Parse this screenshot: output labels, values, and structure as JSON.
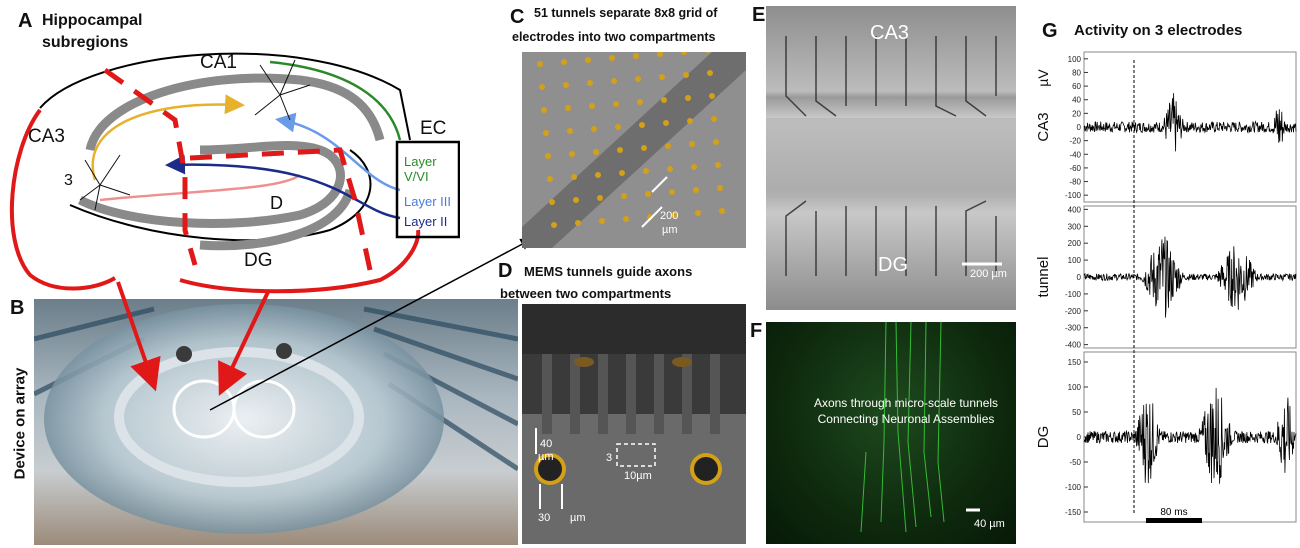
{
  "panelA": {
    "letter": "A",
    "title_line1": "Hippocampal",
    "title_line2": "subregions",
    "labels": {
      "ca1": "CA1",
      "ca3": "CA3",
      "ec": "EC",
      "dg": "DG",
      "d": "D",
      "three": "3",
      "layer_v_vi": "Layer V/VI",
      "layer_iii": "Layer III",
      "layer_ii": "Layer II"
    }
  },
  "panelB": {
    "letter": "B",
    "side_label": "Device on array"
  },
  "panelC": {
    "letter": "C",
    "title_line1": "51 tunnels separate 8x8 grid of",
    "title_line2": "electrodes into two compartments",
    "scale_value": "200",
    "scale_unit": "µm"
  },
  "panelD": {
    "letter": "D",
    "title_line1": "MEMS tunnels guide axons",
    "title_line2": "between two compartments",
    "dim_40": "40",
    "dim_40_unit": "µm",
    "dim_3": "3",
    "dim_10": "10µm",
    "dim_30": "30",
    "dim_30_unit": "µm"
  },
  "panelE": {
    "letter": "E",
    "top_label": "CA3",
    "bottom_label": "DG",
    "scale": "200 µm"
  },
  "panelF": {
    "letter": "F",
    "caption_line1": "Axons through micro-scale tunnels",
    "caption_line2": "Connecting Neuronal Assemblies",
    "scale": "40 µm"
  },
  "panelG": {
    "letter": "G",
    "title": "Activity on 3 electrodes",
    "unit": "µV",
    "scalebar": "80 ms"
  },
  "chart_data": [
    {
      "type": "line",
      "title": "Activity on 3 electrodes",
      "ylabel": "CA3",
      "ylim": [
        -110,
        110
      ],
      "yticks": [
        100,
        80,
        60,
        40,
        20,
        0,
        -20,
        -40,
        -60,
        -80,
        -100
      ],
      "ytick_labels": [
        "100",
        "80",
        "60",
        "40",
        "20",
        "0",
        "-20",
        "-40",
        "-60",
        "-80",
        "-100"
      ],
      "bursts": [
        {
          "t": 0.42,
          "w": 0.05,
          "amp": 45
        },
        {
          "t": 0.92,
          "w": 0.03,
          "amp": 40
        }
      ],
      "noise": 8
    },
    {
      "type": "line",
      "ylabel": "tunnel",
      "ylim": [
        -420,
        420
      ],
      "yticks": [
        400,
        300,
        200,
        100,
        0,
        -100,
        -200,
        -300,
        -400
      ],
      "ytick_labels": [
        "400",
        "300",
        "200",
        "100",
        "0",
        "-100",
        "-200",
        "-300",
        "-400"
      ],
      "bursts": [
        {
          "t": 0.37,
          "w": 0.1,
          "amp": 260
        },
        {
          "t": 0.72,
          "w": 0.1,
          "amp": 210
        }
      ],
      "noise": 20
    },
    {
      "type": "line",
      "ylabel": "DG",
      "ylim": [
        -170,
        170
      ],
      "yticks": [
        150,
        100,
        50,
        0,
        -50,
        -100,
        -150
      ],
      "ytick_labels": [
        "150",
        "100",
        "50",
        "0",
        "-50",
        "-100",
        "-150"
      ],
      "bursts": [
        {
          "t": 0.3,
          "w": 0.06,
          "amp": 100
        },
        {
          "t": 0.62,
          "w": 0.08,
          "amp": 110
        },
        {
          "t": 0.95,
          "w": 0.05,
          "amp": 90
        }
      ],
      "noise": 12
    }
  ]
}
